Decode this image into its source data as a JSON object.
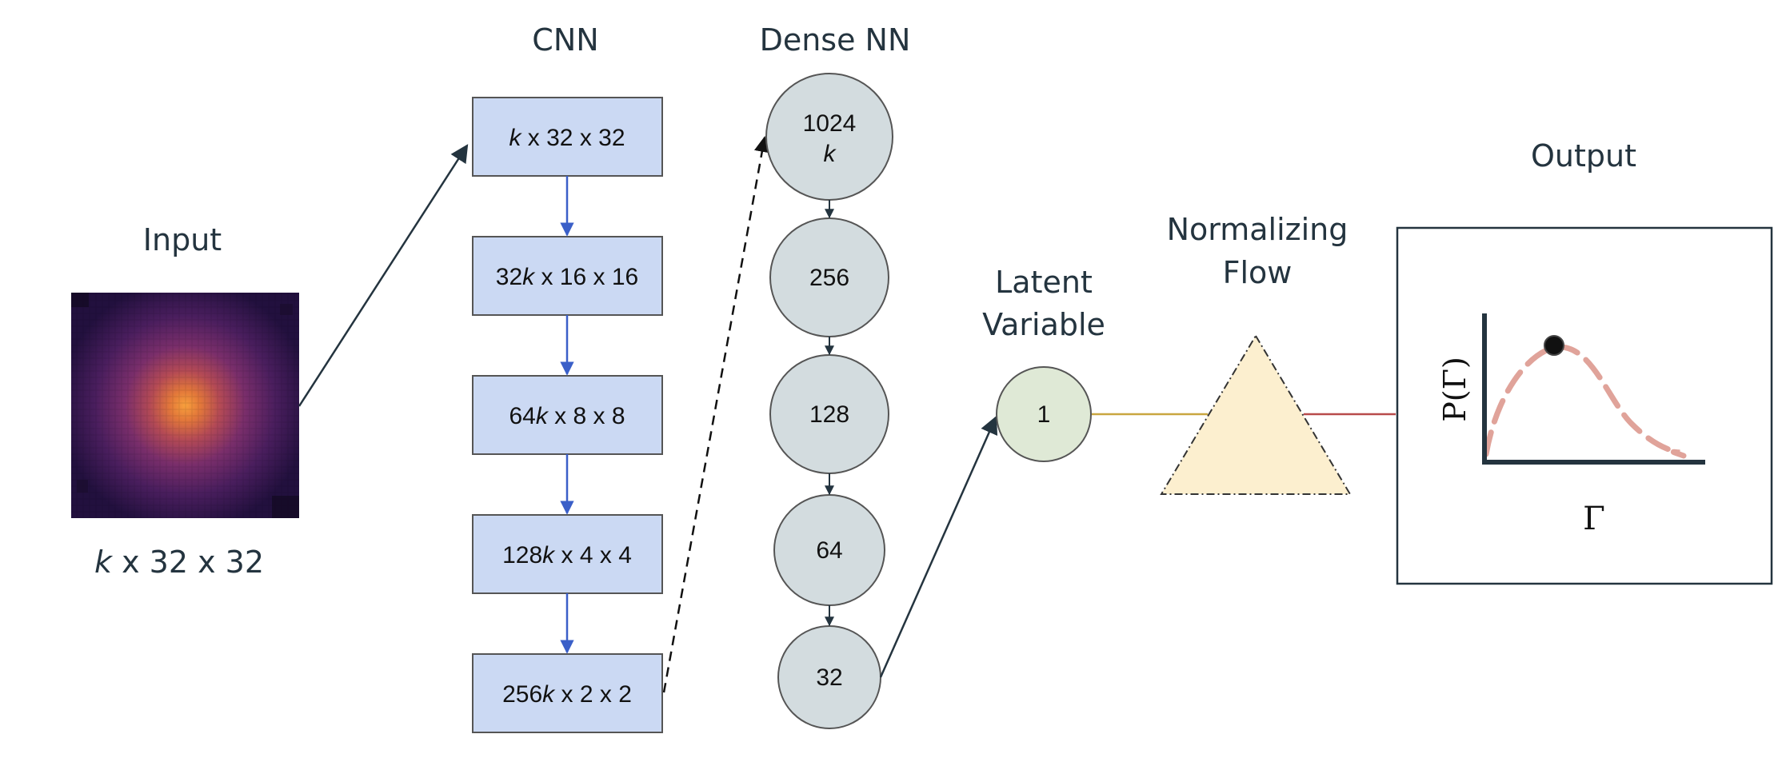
{
  "headings": {
    "input": "Input",
    "cnn": "CNN",
    "dense": "Dense NN",
    "latent_line1": "Latent",
    "latent_line2": "Variable",
    "flow_line1": "Normalizing",
    "flow_line2": "Flow",
    "output": "Output"
  },
  "input_caption": {
    "italic": "k",
    "rest": " x 32 x 32"
  },
  "cnn_layers": [
    {
      "prefix": "",
      "italic": "k",
      "suffix": " x 32 x 32"
    },
    {
      "prefix": "32",
      "italic": "k",
      "suffix": " x 16 x 16"
    },
    {
      "prefix": "64",
      "italic": "k",
      "suffix": " x 8 x 8"
    },
    {
      "prefix": "128",
      "italic": "k",
      "suffix": " x 4 x 4"
    },
    {
      "prefix": "256",
      "italic": "k",
      "suffix": " x 2 x 2"
    }
  ],
  "dense_nodes": [
    {
      "line1": "1024",
      "line2": "k"
    },
    {
      "line1": "256",
      "line2": ""
    },
    {
      "line1": "128",
      "line2": ""
    },
    {
      "line1": "64",
      "line2": ""
    },
    {
      "line1": "32",
      "line2": ""
    }
  ],
  "latent_node": "1",
  "output_plot": {
    "ylabel": "P(Γ)",
    "xlabel": "Γ"
  },
  "colors": {
    "cnn_box_fill": "#cbd9f3",
    "cnn_box_stroke": "#555555",
    "cnn_arrow": "#3a5fc8",
    "dense_fill": "#d3dcdf",
    "latent_fill": "#dfe9d6",
    "flow_fill": "#fcefcf",
    "curve": "#e0a39a",
    "axis": "#24343f",
    "dark_line": "#24343f",
    "latent_to_flow_line": "#c9a640",
    "flow_to_output_line": "#b84a4a"
  },
  "icons": [
    "arrowhead-icon",
    "dashed-arrow-icon",
    "dot-marker-icon"
  ]
}
